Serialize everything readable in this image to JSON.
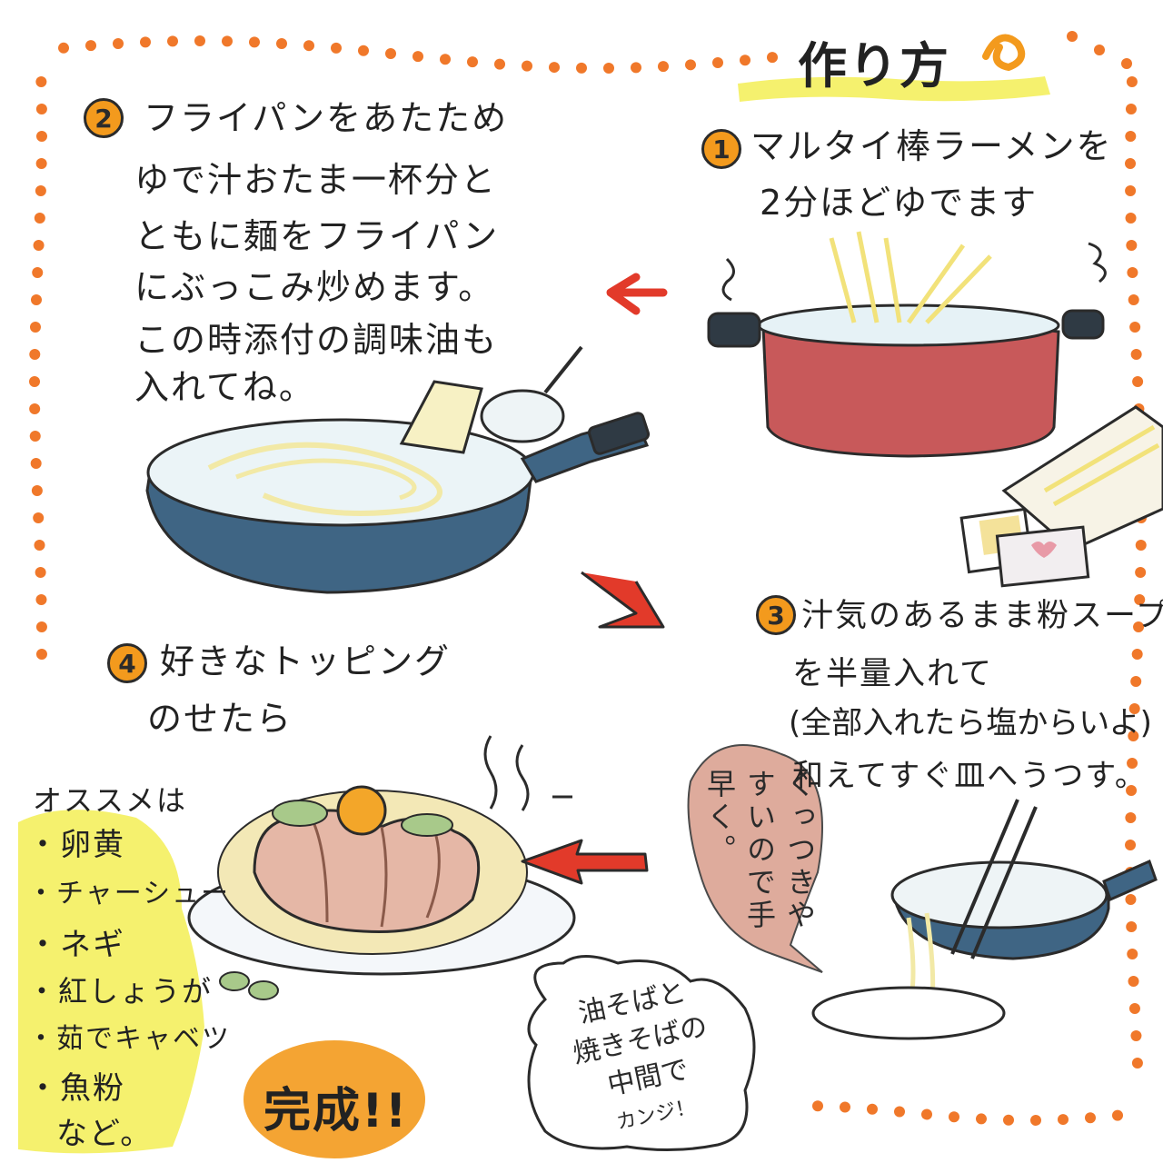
{
  "header": {
    "title": "作り方"
  },
  "steps": [
    {
      "number": "1",
      "lines": [
        "マルタイ棒ラーメンを",
        "2分ほどゆでます"
      ]
    },
    {
      "number": "2",
      "lines": [
        "フライパンをあたため",
        "ゆで汁おたま一杯分と",
        "ともに麺をフライパン",
        "にぶっこみ炒めます。",
        "この時添付の調味油も",
        "入れてね。"
      ]
    },
    {
      "number": "3",
      "lines": [
        "汁気のあるまま粉スープ",
        "を半量入れて",
        "(全部入れたら塩からいよ)",
        "和えてすぐ皿へうつす。"
      ]
    },
    {
      "number": "4",
      "lines": [
        "好きなトッピング",
        "のせたら"
      ]
    }
  ],
  "bubbles": {
    "hint_quick": [
      "くっつきやすい",
      "ので手早く。"
    ],
    "oil_soba": [
      "油そばと",
      "焼きそばの",
      "中間で",
      "カンジ！"
    ]
  },
  "recommend": {
    "heading": "オススメは",
    "items": [
      "・卵黄",
      "・チャーシュー",
      "・ネギ",
      "・紅しょうが",
      "・茹でキャベツ",
      "・魚粉",
      "など。"
    ]
  },
  "finish": {
    "label": "完成!!"
  },
  "colors": {
    "dots": "#f0782a",
    "orange": "#f39a1d",
    "pot": "#c8595a",
    "pan": "#3f6584",
    "yellow": "#f4ef5e",
    "bubble_pink": "#d99d8b",
    "arrow_red": "#e23a2a"
  },
  "icons": [
    "pot-icon",
    "frying-pan-icon",
    "plate-icon",
    "ramen-package-icon",
    "arrow-icon"
  ]
}
